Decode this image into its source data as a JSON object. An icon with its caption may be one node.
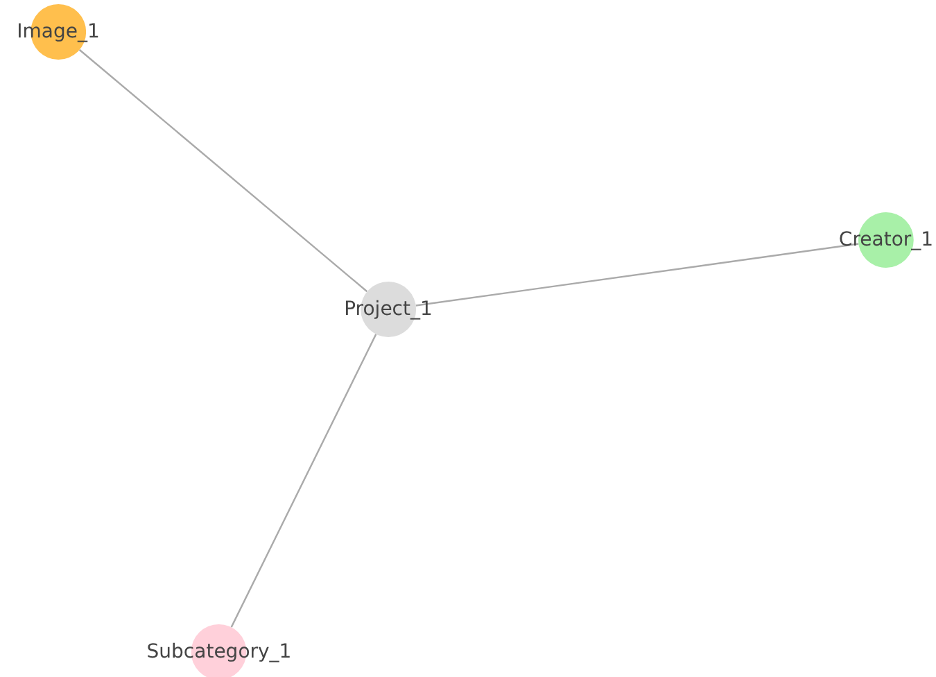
{
  "diagram": {
    "nodes": [
      {
        "text": [
          "Image_1"
        ]
      },
      {
        "text": [
          "Project_1"
        ]
      },
      {
        "text": [
          "Creator_1"
        ]
      },
      {
        "text": [
          "Subcategory_1"
        ]
      }
    ],
    "edges": [
      {
        "from": 1,
        "to": 0,
        "arrow": "none"
      },
      {
        "from": 1,
        "to": 2,
        "arrow": "none"
      },
      {
        "from": 1,
        "to": 3,
        "arrow": "none"
      }
    ]
  }
}
